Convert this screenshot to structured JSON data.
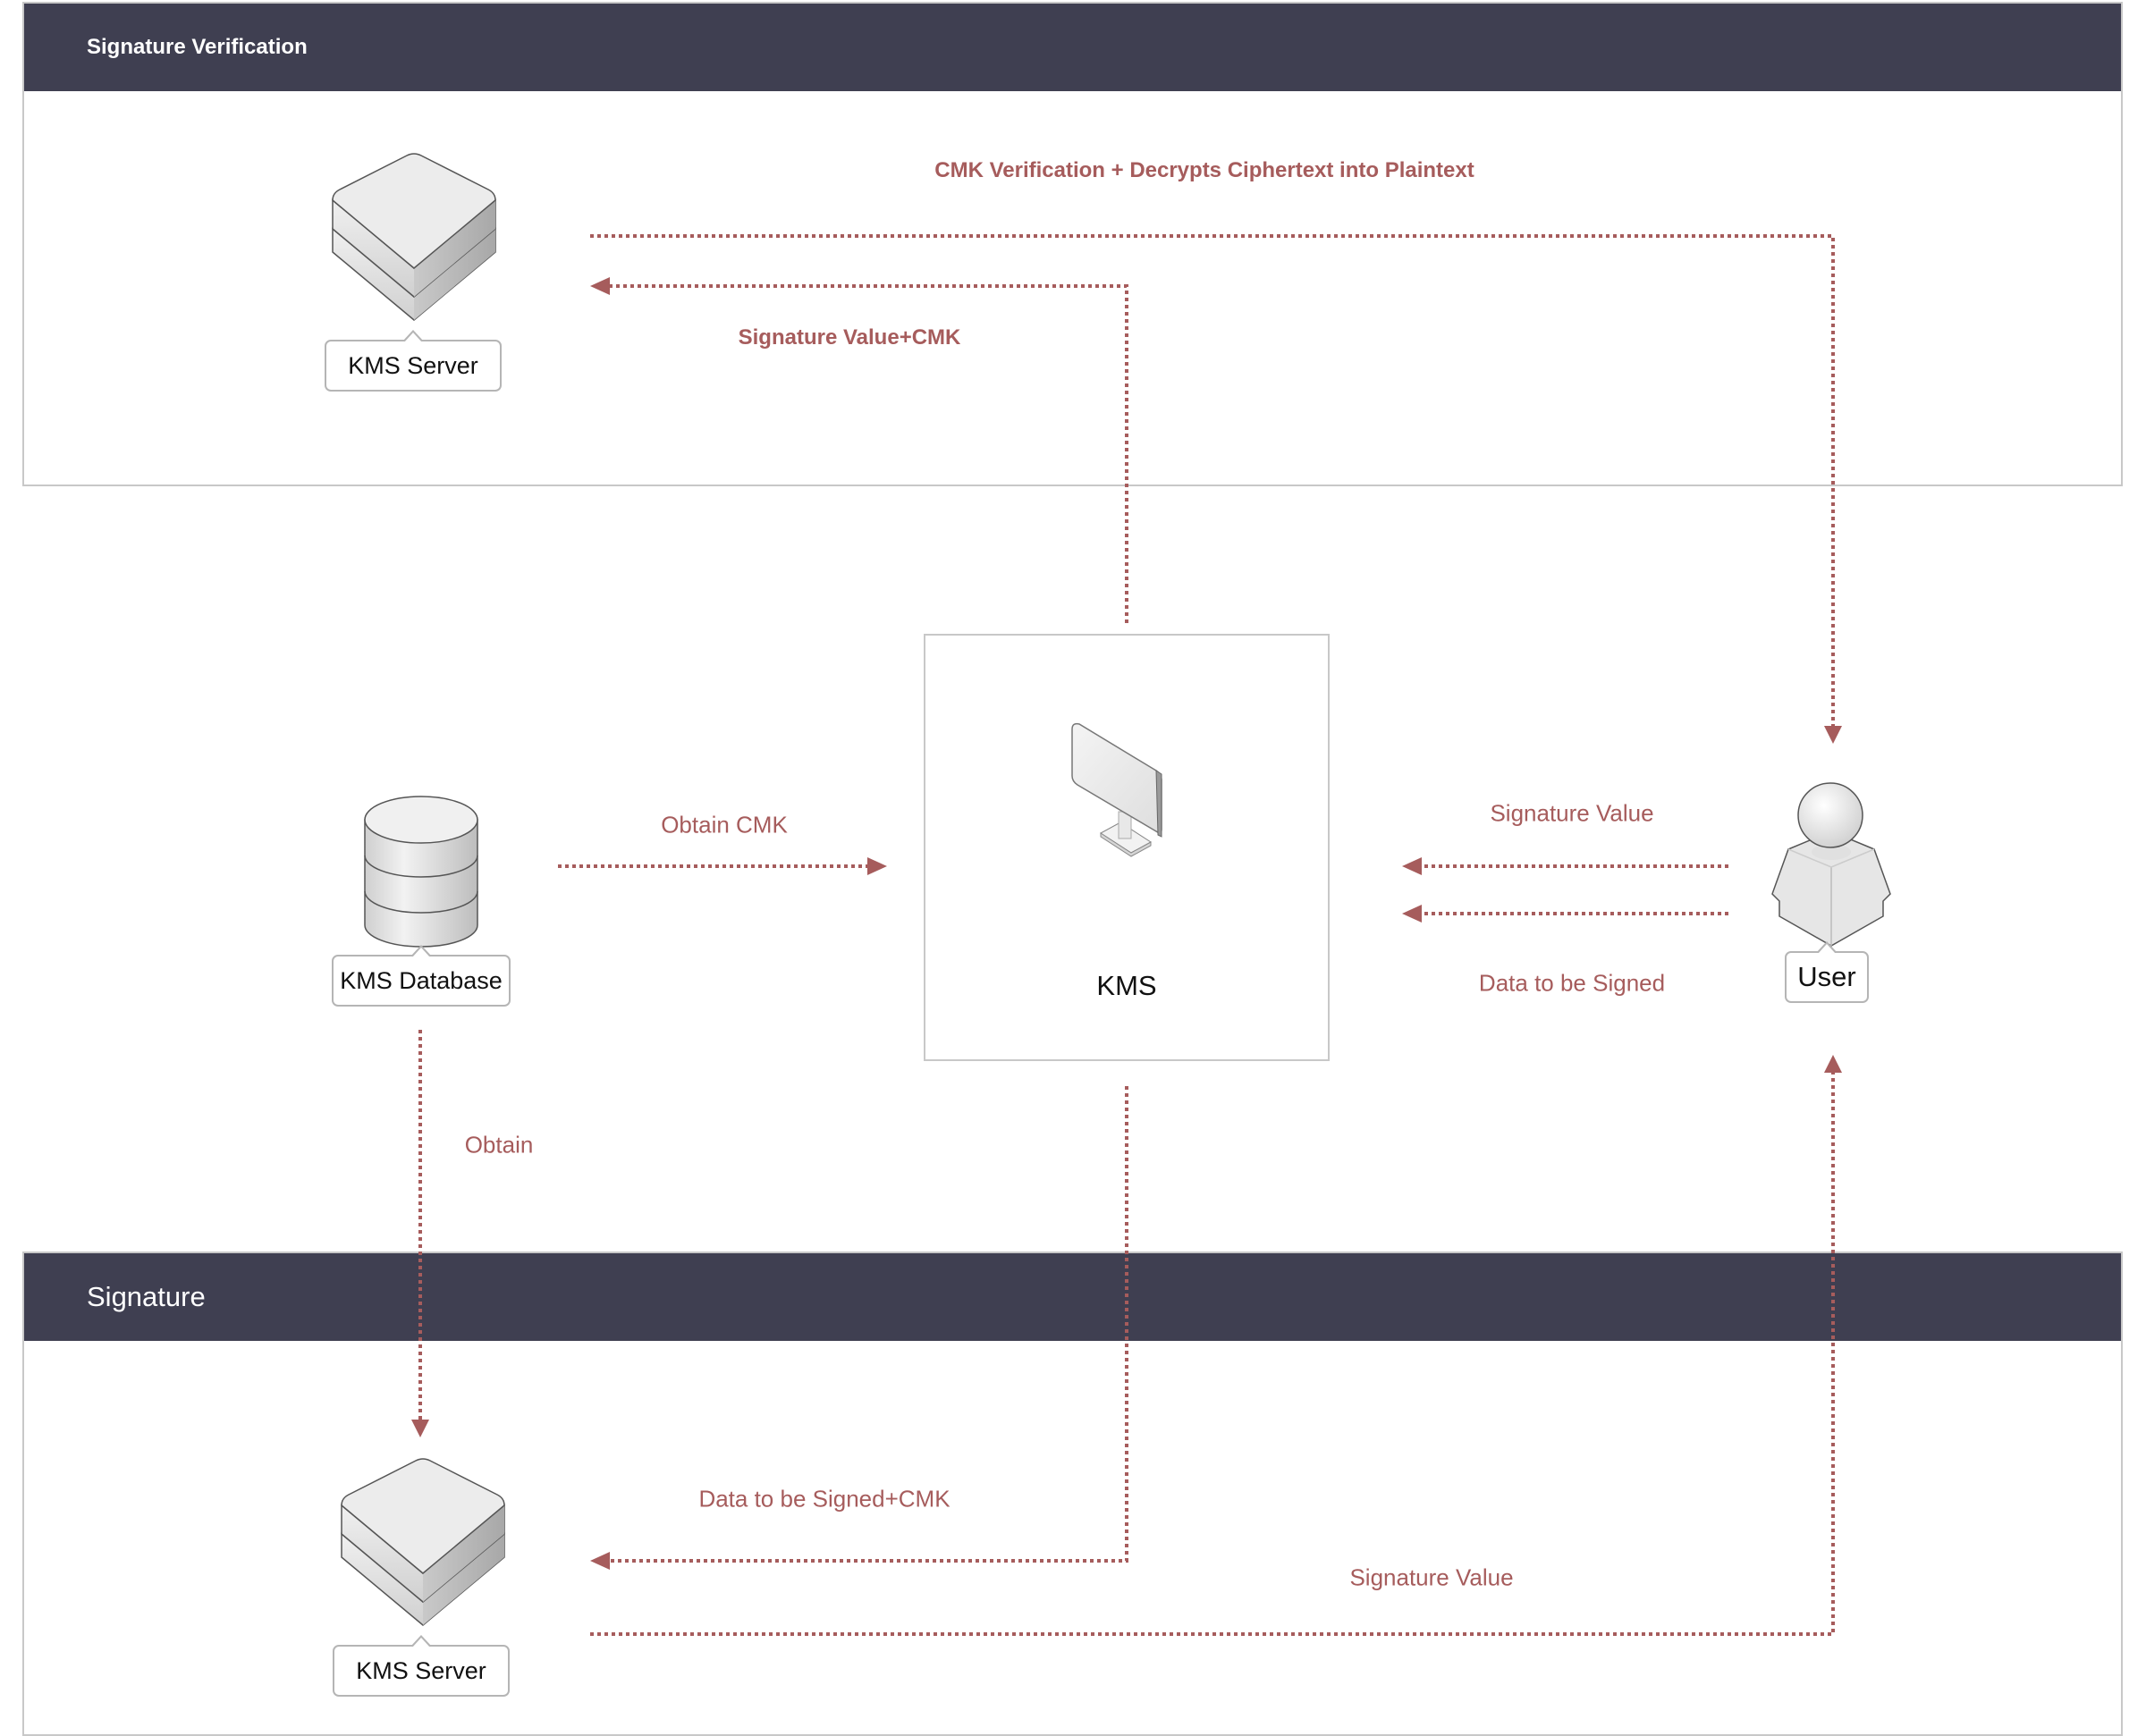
{
  "sections": {
    "verification": {
      "title": "Signature Verification"
    },
    "signature": {
      "title": "Signature"
    }
  },
  "nodes": {
    "kms": {
      "label": "KMS",
      "icon": "monitor-icon"
    },
    "kms_database": {
      "label": "KMS Database",
      "icon": "database-icon"
    },
    "kms_server_verify": {
      "label": "KMS Server",
      "icon": "server-icon"
    },
    "kms_server_sign": {
      "label": "KMS Server",
      "icon": "server-icon"
    },
    "user": {
      "label": "User",
      "icon": "user-icon"
    }
  },
  "flows": {
    "cmk_verification": "CMK Verification + Decrypts Ciphertext into Plaintext",
    "signature_value_cmk": "Signature Value+CMK",
    "obtain_cmk": "Obtain CMK",
    "user_signature_value": "Signature Value",
    "user_data_to_be_signed": "Data to be Signed",
    "obtain": "Obtain",
    "data_to_be_signed_cmk": "Data to be Signed+CMK",
    "server_signature_value": "Signature Value"
  },
  "colors": {
    "header_bg": "#3f3f51",
    "accent": "#a65c5c",
    "border": "#c8c8c8"
  }
}
